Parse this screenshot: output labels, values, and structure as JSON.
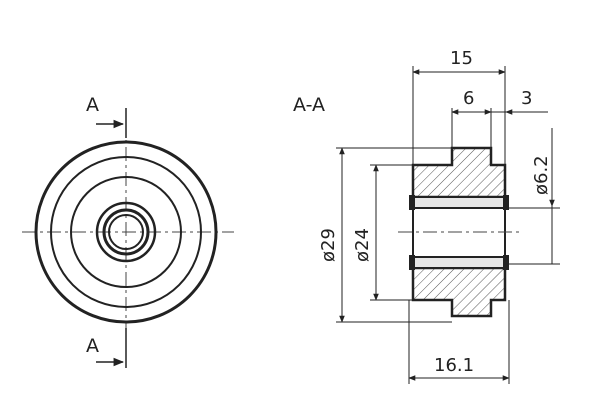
{
  "front_view": {
    "cut_marker_top": "A",
    "cut_marker_bottom": "A"
  },
  "section_view": {
    "title": "A-A",
    "dims": {
      "overall_width": "15",
      "groove_width": "6",
      "offset": "3",
      "bore_diameter": "ø6.2",
      "outer_diameter": "ø29",
      "hub_diameter": "ø24",
      "overall_length": "16.1"
    }
  },
  "colors": {
    "line": "#222222",
    "hatch": "#555555",
    "center_line": "#444444"
  }
}
